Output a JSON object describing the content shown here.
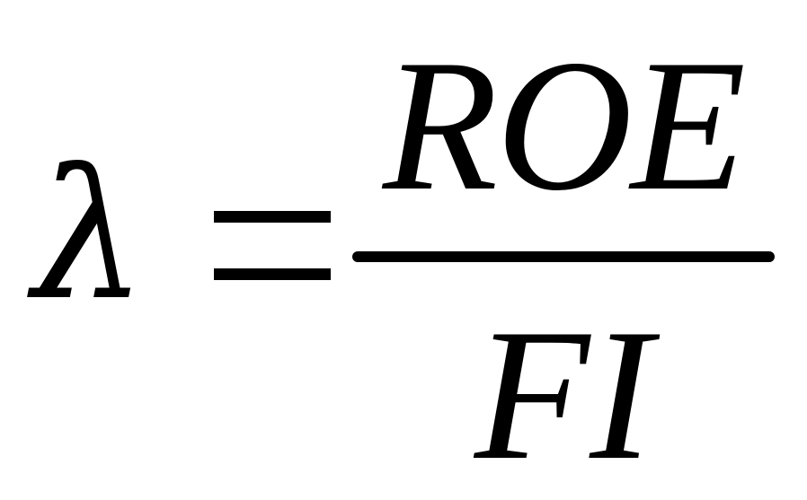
{
  "formula": {
    "lhs": "λ",
    "operator": "=",
    "numerator": "ROE",
    "denominator": "FI"
  }
}
